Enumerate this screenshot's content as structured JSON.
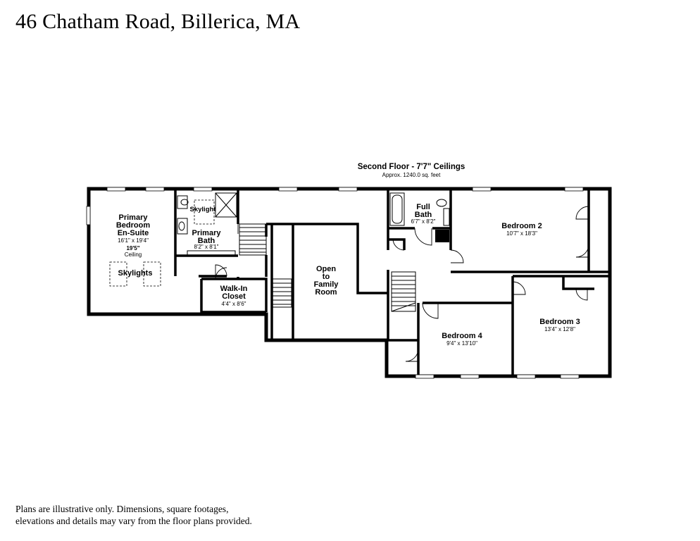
{
  "header": {
    "title": "46 Chatham Road, Billerica, MA"
  },
  "floor": {
    "name": "Second Floor - 7'7\" Ceilings",
    "area": "Approx. 1240.0 sq. feet"
  },
  "rooms": {
    "primary_bedroom": {
      "line1": "Primary",
      "line2": "Bedroom",
      "line3": "En-Suite",
      "dims": "16'1\" x 19'4\"",
      "ceiling_height": "19'5\"",
      "ceiling_label": "Ceiling"
    },
    "skylights": {
      "label": "Skylights"
    },
    "skylight": {
      "label": "Skylight"
    },
    "primary_bath": {
      "line1": "Primary",
      "line2": "Bath",
      "dims": "8'2\" x 8'1\""
    },
    "walk_in_closet": {
      "line1": "Walk-In",
      "line2": "Closet",
      "dims": "4'4\" x 8'6\""
    },
    "open_family_room": {
      "line1": "Open",
      "line2": "to",
      "line3": "Family",
      "line4": "Room"
    },
    "full_bath": {
      "line1": "Full",
      "line2": "Bath",
      "dims": "6'7\" x 8'2\""
    },
    "bedroom_2": {
      "label": "Bedroom 2",
      "dims": "10'7\" x 18'3\""
    },
    "bedroom_3": {
      "label": "Bedroom 3",
      "dims": "13'4\" x 12'8\""
    },
    "bedroom_4": {
      "label": "Bedroom 4",
      "dims": "9'4\" x 13'10\""
    }
  },
  "footer": {
    "disclaimer_line1": "Plans are illustrative only. Dimensions, square footages,",
    "disclaimer_line2": "elevations and details may vary from the floor plans provided."
  }
}
